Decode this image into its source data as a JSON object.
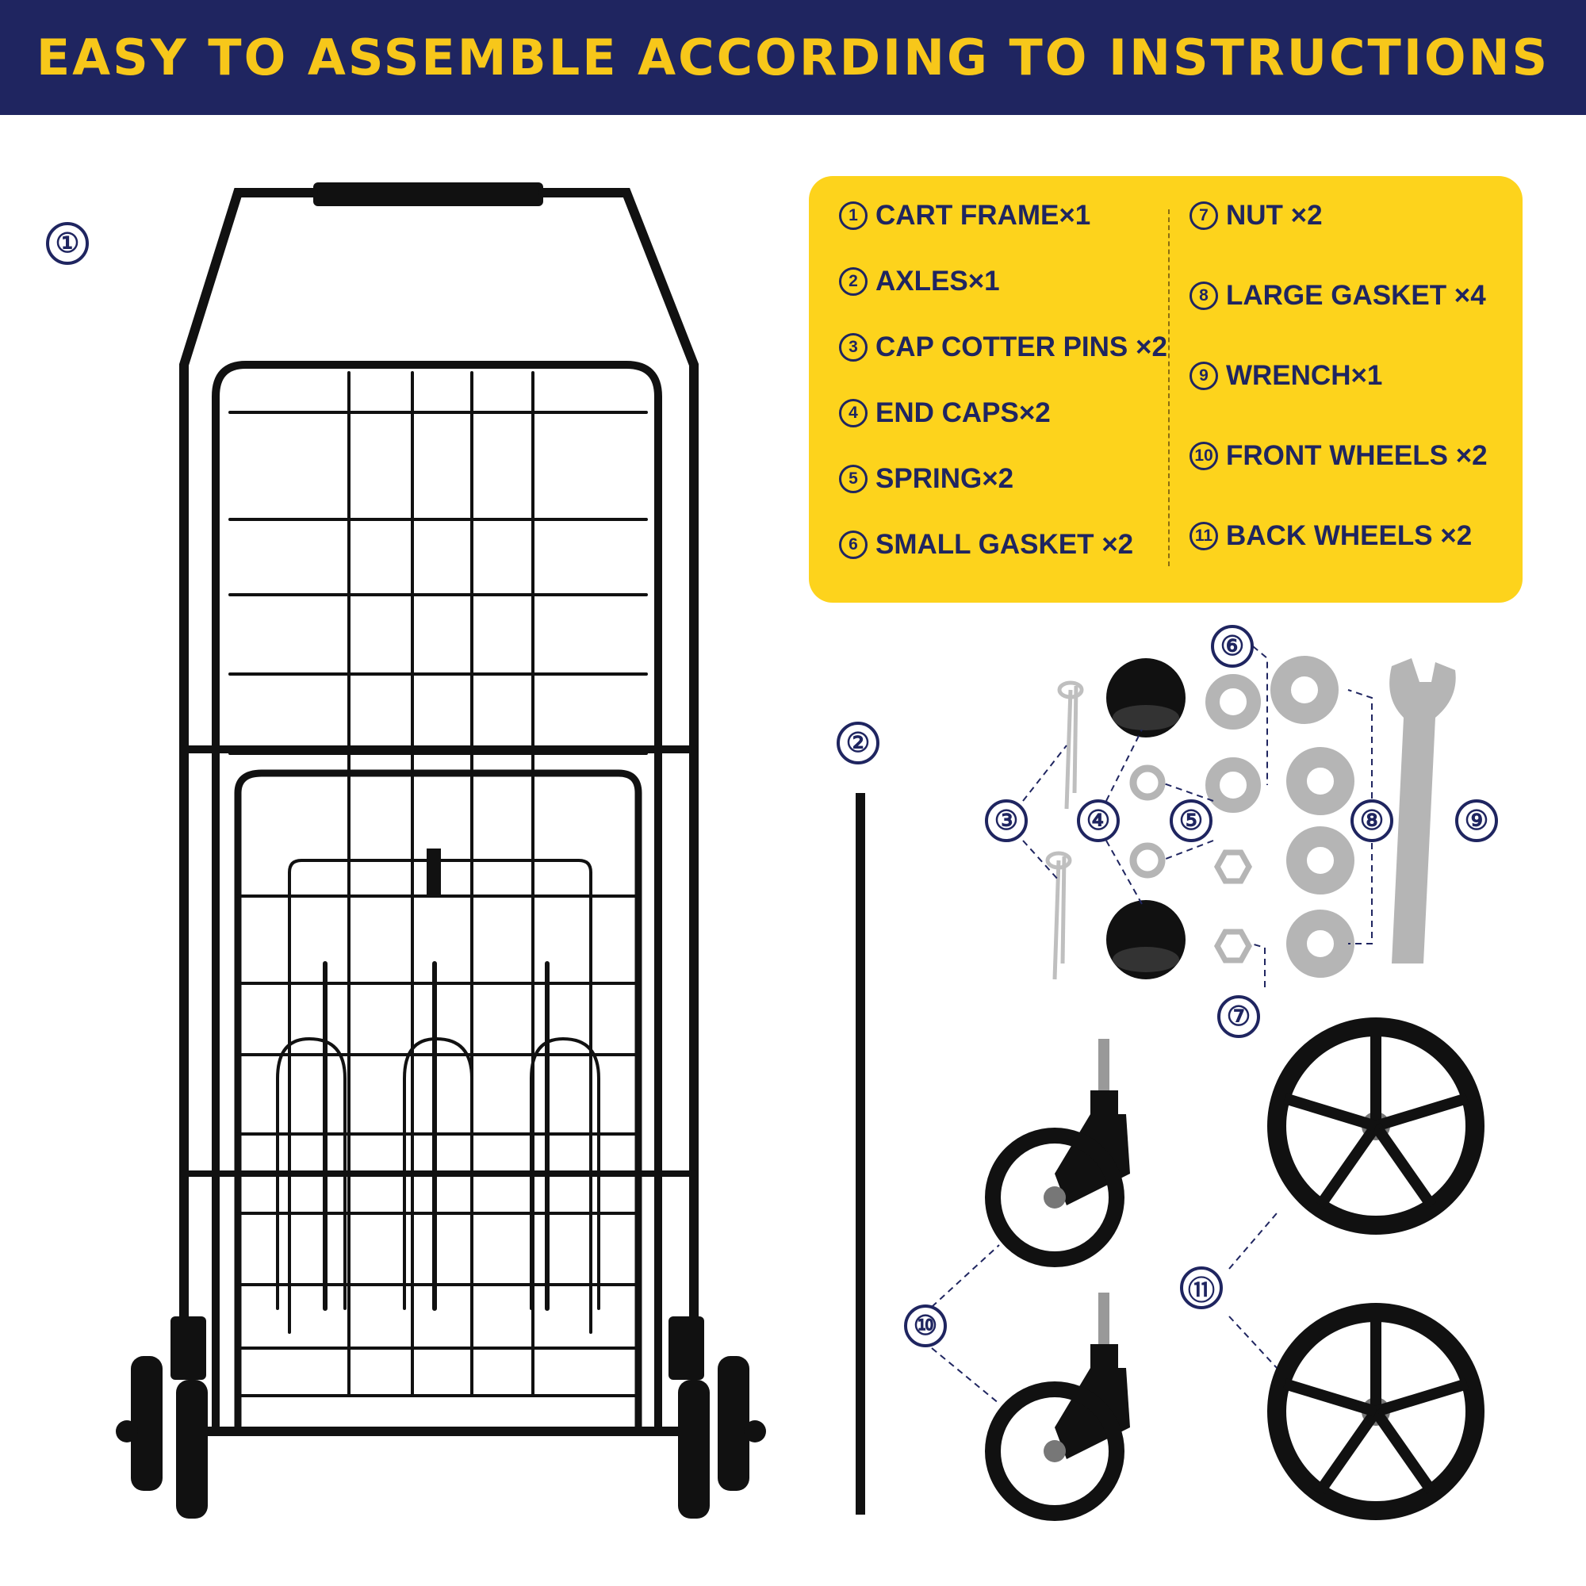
{
  "banner": {
    "title": "EASY TO ASSEMBLE ACCORDING TO INSTRUCTIONS"
  },
  "colors": {
    "banner_bg": "#1f2560",
    "banner_text": "#f7c71a",
    "panel_bg": "#fdd31c",
    "badge": "#1f2560"
  },
  "parts_left": [
    {
      "num": "1",
      "label": "CART FRAME×1"
    },
    {
      "num": "2",
      "label": "AXLES×1"
    },
    {
      "num": "3",
      "label": "CAP COTTER PINS ×2"
    },
    {
      "num": "4",
      "label": "END CAPS×2"
    },
    {
      "num": "5",
      "label": "SPRING×2"
    },
    {
      "num": "6",
      "label": "SMALL GASKET ×2"
    }
  ],
  "parts_right": [
    {
      "num": "7",
      "label": "NUT ×2"
    },
    {
      "num": "8",
      "label": "LARGE GASKET ×4"
    },
    {
      "num": "9",
      "label": "WRENCH×1"
    },
    {
      "num": "10",
      "label": "FRONT WHEELS ×2"
    },
    {
      "num": "11",
      "label": "BACK WHEELS  ×2"
    }
  ],
  "callouts": {
    "c1": "①",
    "c2": "②",
    "c3": "③",
    "c4": "④",
    "c5": "⑤",
    "c6": "⑥",
    "c7": "⑦",
    "c8": "⑧",
    "c9": "⑨",
    "c10": "⑩",
    "c11": "⑪"
  }
}
